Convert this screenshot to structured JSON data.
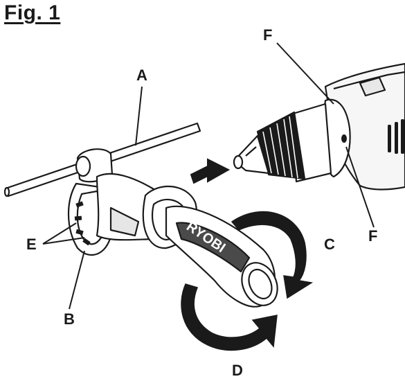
{
  "figure": {
    "title": "Fig. 1",
    "brand_text": "RYOBI",
    "callouts": {
      "a": "A",
      "b": "B",
      "c": "C",
      "d": "D",
      "e": "E",
      "f_top": "F",
      "f_right": "F"
    }
  },
  "colors": {
    "ink": "#1a1a1a",
    "handle_dark": "#4a4a4a",
    "body_gray": "#f2f2f2"
  }
}
